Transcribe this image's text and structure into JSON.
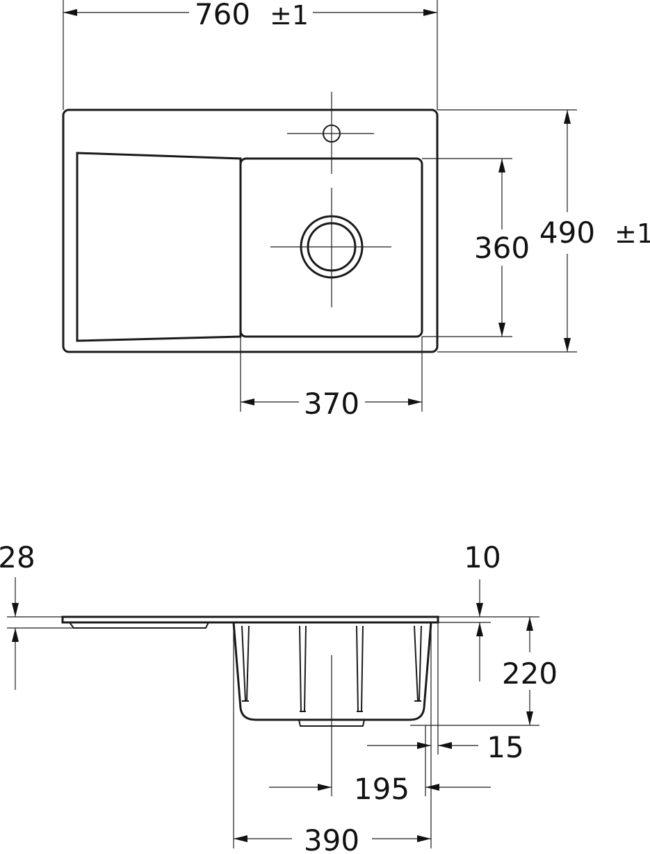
{
  "top_view": {
    "width": {
      "value": "760",
      "tolerance": "±1"
    },
    "depth": {
      "value": "490",
      "tolerance": "±1"
    },
    "bowl_depth": "360",
    "bowl_width": "370"
  },
  "side_view": {
    "rim_thickness": "28",
    "deck_height": "10",
    "bowl_height": "220",
    "bowl_offset": "15",
    "drain_offset": "195",
    "bowl_outer_width": "390"
  },
  "colors": {
    "line": "#1a1a1a",
    "background": "#ffffff"
  }
}
